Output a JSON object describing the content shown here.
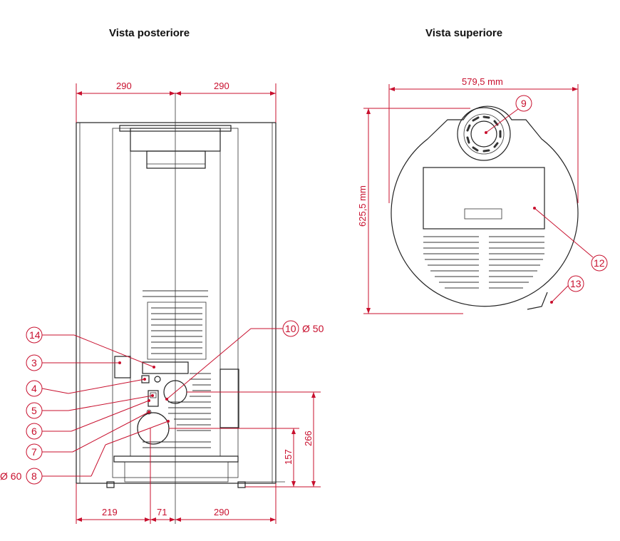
{
  "titles": {
    "rear_view": "Vista posteriore",
    "top_view": "Vista superiore"
  },
  "rear_dimensions": {
    "top_left": "290",
    "top_right": "290",
    "bottom_left": "219",
    "bottom_mid": "71",
    "bottom_right": "290",
    "height_low": "157",
    "height_high": "266"
  },
  "top_dimensions": {
    "width": "579,5 mm",
    "depth": "625,5 mm"
  },
  "callouts": {
    "c3": "3",
    "c4": "4",
    "c5": "5",
    "c6": "6",
    "c7": "7",
    "c8": "8",
    "c9": "9",
    "c10": "10",
    "c12": "12",
    "c13": "13",
    "c14": "14"
  },
  "diameter_labels": {
    "d60": "Ø 60",
    "d50": "Ø 50"
  },
  "colors": {
    "dimension_red": "#c8102e",
    "outline": "#222222"
  }
}
